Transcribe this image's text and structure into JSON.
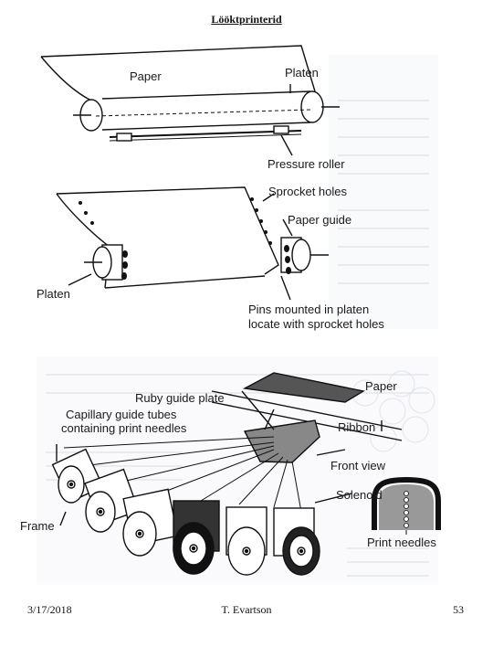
{
  "title": "Lööktprinterid",
  "labels": {
    "paper_top": "Paper",
    "platen_top": "Platen",
    "pressure_roller": "Pressure roller",
    "sprocket_holes": "Sprocket holes",
    "paper_guide": "Paper guide",
    "platen_left": "Platen",
    "pins_line1": "Pins mounted in platen",
    "pins_line2": "locate with sprocket holes",
    "ruby_guide_plate": "Ruby guide plate",
    "capillary_line1": "Capillary guide tubes",
    "capillary_line2": "containing print needles",
    "paper_right": "Paper",
    "ribbon": "Ribbon",
    "front_view": "Front view",
    "solenoid": "Solenoid",
    "frame": "Frame",
    "print_needles": "Print needles"
  },
  "footer": {
    "date": "3/17/2018",
    "author": "T. Evartson",
    "page": "53"
  }
}
